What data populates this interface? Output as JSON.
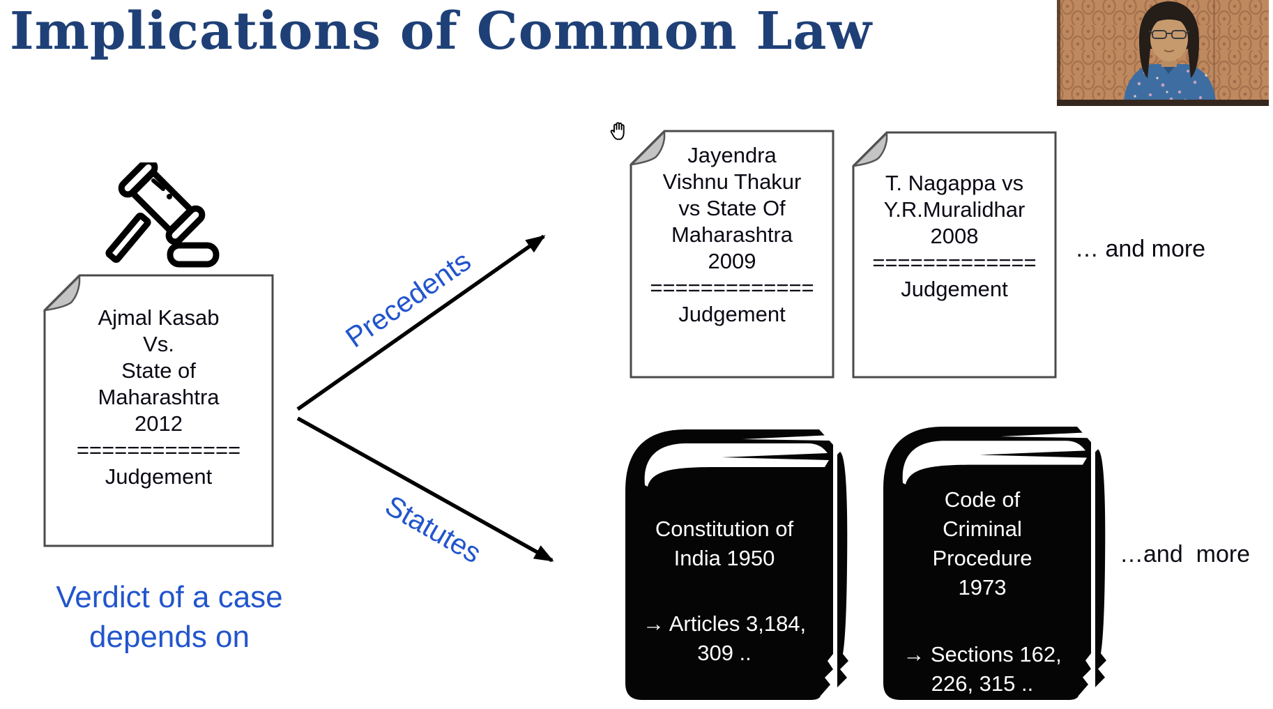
{
  "slide": {
    "title": "Implications of Common Law",
    "verdict_caption": "Verdict of a case depends on",
    "more_precedents": "… and more",
    "more_statutes": "…and  more"
  },
  "branches": {
    "precedents_label": "Precedents",
    "statutes_label": "Statutes"
  },
  "documents": [
    {
      "name": "source-judgement",
      "lines": [
        "Ajmal Kasab",
        "Vs.",
        "State of",
        "Maharashtra",
        "2012",
        "=============",
        "Judgement"
      ]
    },
    {
      "name": "precedent-1",
      "lines": [
        "Jayendra",
        "Vishnu Thakur",
        "vs State Of",
        "Maharashtra",
        "2009",
        "=============",
        "Judgement"
      ]
    },
    {
      "name": "precedent-2",
      "lines": [
        "T. Nagappa vs",
        "Y.R.Muralidhar",
        "2008",
        "=============",
        "Judgement"
      ]
    }
  ],
  "books": [
    {
      "title_lines": [
        "Constitution of",
        "India 1950"
      ],
      "ref_lines": [
        "→ Articles 3,184,",
        "309 .."
      ]
    },
    {
      "title_lines": [
        "Code of",
        "Criminal",
        "Procedure",
        "1973"
      ],
      "ref_lines": [
        "→ Sections 162,",
        "226, 315 .."
      ]
    }
  ],
  "colors": {
    "title_blue": "#1f4077",
    "accent_blue": "#2255cc",
    "book_black": "#050505"
  }
}
